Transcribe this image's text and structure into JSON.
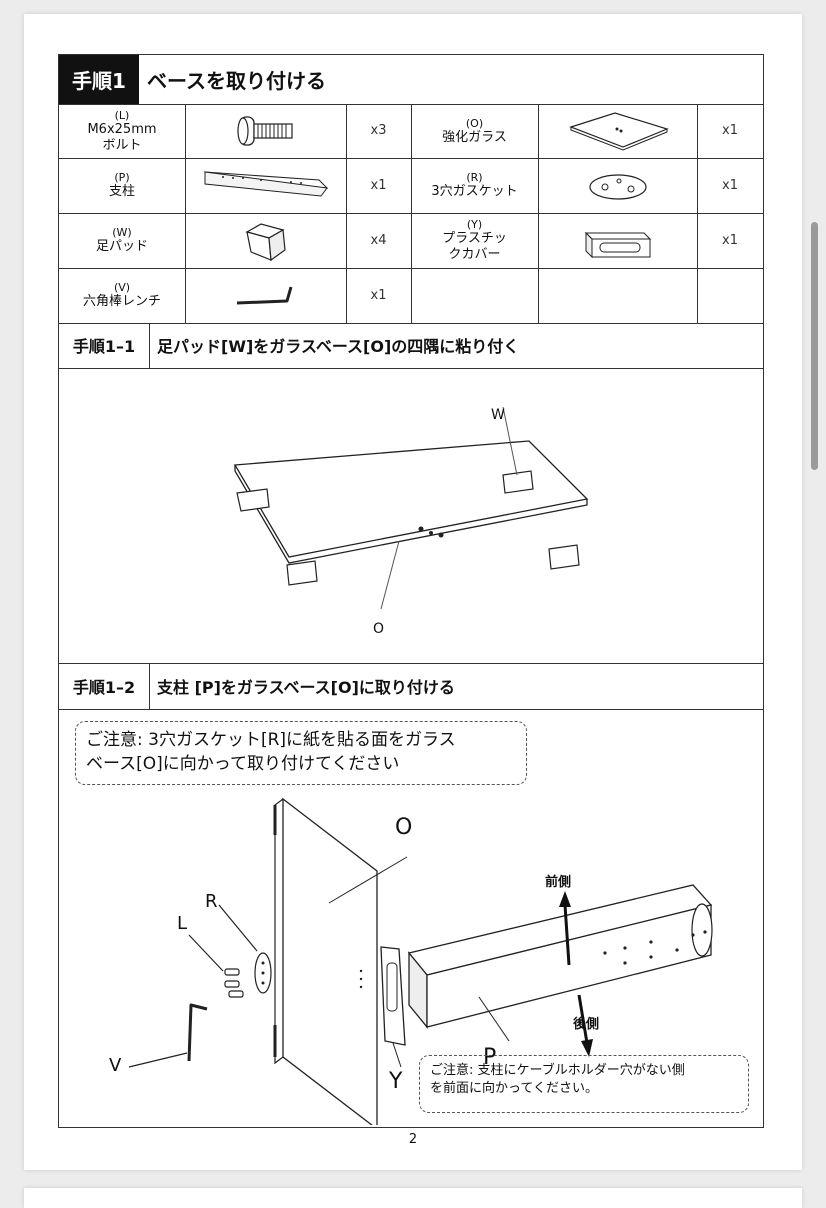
{
  "step1": {
    "label": "手順1",
    "title": "ベースを取り付ける"
  },
  "parts": {
    "L": {
      "code": "(L)",
      "name": "M6x25mm",
      "name2": "ボルト",
      "qty": "x3"
    },
    "O": {
      "code": "(O)",
      "name": "強化ガラス",
      "qty": "x1"
    },
    "P": {
      "code": "(P)",
      "name": "支柱",
      "qty": "x1"
    },
    "R": {
      "code": "(R)",
      "name": "3穴ガスケット",
      "qty": "x1"
    },
    "W": {
      "code": "(W)",
      "name": "足パッド",
      "qty": "x4"
    },
    "Y": {
      "code": "(Y)",
      "name": "プラスチッ",
      "name2": "クカバー",
      "qty": "x1"
    },
    "V": {
      "code": "(V)",
      "name": "六角棒レンチ",
      "qty": "x1"
    }
  },
  "step1_1": {
    "label": "手順1–1",
    "title": "足パッド[W]をガラスベース[O]の四隅に粘り付く",
    "callout_w": "W",
    "callout_o": "O"
  },
  "step1_2": {
    "label": "手順1–2",
    "title": "支柱 [P]をガラスベース[O]に取り付ける",
    "note1_line1": "ご注意:  3穴ガスケット[R]に紙を貼る面をガラス",
    "note1_line2": "ベース[O]に向かって取り付けてください",
    "label_o": "O",
    "label_r": "R",
    "label_l": "L",
    "label_v": "V",
    "label_y": "Y",
    "label_p": "P",
    "front": "前側",
    "back": "後側",
    "note2_line1": "ご注意: 支柱にケーブルホルダー穴がない側",
    "note2_line2": "を前面に向かってください。"
  },
  "page_number": "2"
}
